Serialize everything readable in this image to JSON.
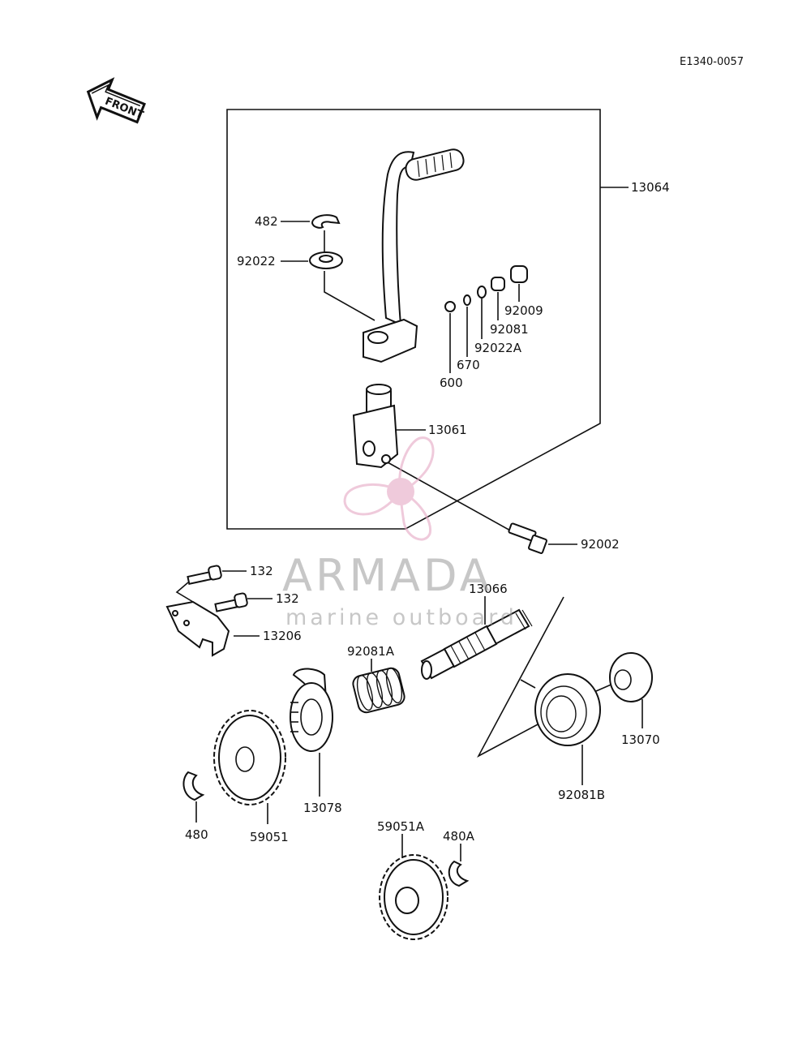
{
  "diagram": {
    "code": "E1340-0057",
    "front_arrow": "FRONT",
    "parts": {
      "p13064": "13064",
      "p482": "482",
      "p92022": "92022",
      "p92009": "92009",
      "p92081": "92081",
      "p92022A": "92022A",
      "p670": "670",
      "p600": "600",
      "p13061": "13061",
      "p92002": "92002",
      "p132a": "132",
      "p132b": "132",
      "p13206": "13206",
      "p13066": "13066",
      "p92081A": "92081A",
      "p13070": "13070",
      "p92081B": "92081B",
      "p13078": "13078",
      "p480": "480",
      "p59051": "59051",
      "p59051A": "59051A",
      "p480A": "480A"
    }
  },
  "watermark": {
    "title": "ARMADA",
    "subtitle": "marine outboard",
    "color": "#e6a8c4"
  }
}
